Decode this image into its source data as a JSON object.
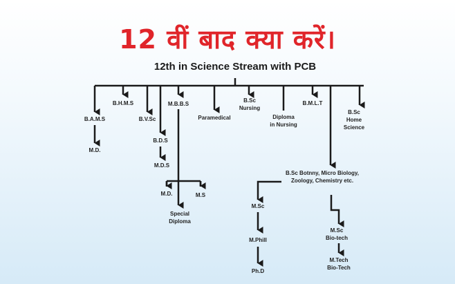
{
  "title": "12 वीं बाद क्या करें।",
  "subtitle": "12th in Science Stream with PCB",
  "nodes": {
    "bams": "B.A.M.S",
    "bams_md": "M.D.",
    "bhms": "B.H.M.S",
    "bvsc": "B.V.Sc",
    "bds": "B.D.S",
    "mds": "M.D.S",
    "mbbs": "M.B.B.S",
    "mbbs_md": "M.D.",
    "mbbs_ms": "M.S",
    "special_diploma": [
      "Special",
      "Diploma"
    ],
    "paramedical": "Paramedical",
    "bsc_nursing": [
      "B.Sc",
      "Nursing"
    ],
    "diploma_nursing": [
      "Diploma",
      "in Nursing"
    ],
    "bmlt": "B.M.L.T",
    "bsc_home": [
      "B.Sc",
      "Home",
      "Science"
    ],
    "bsc_sci": [
      "B.Sc Botnny, Micro Biology,",
      "Zoology, Chemistry etc."
    ],
    "msc": "M.Sc",
    "mphill": "M.Phill",
    "phd": "Ph.D",
    "msc_bt": [
      "M.Sc",
      "Bio-tech"
    ],
    "mtech_bt": [
      "M.Tech",
      "Bio-Tech"
    ]
  },
  "colors": {
    "title": "#e0252a",
    "lines": "#1a1a1a"
  }
}
